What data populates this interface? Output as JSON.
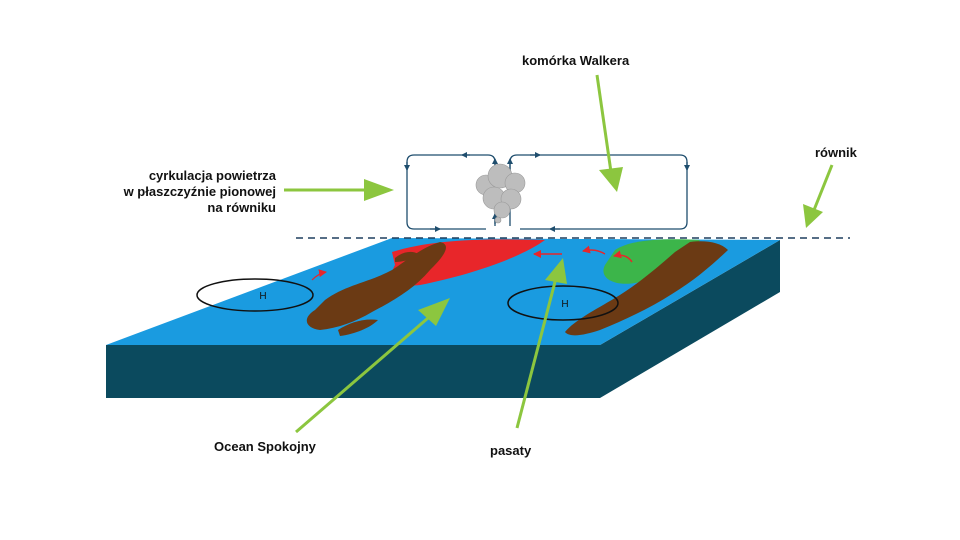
{
  "labels": {
    "walker_cell": "komórka Walkera",
    "equator": "równik",
    "vertical_circulation": [
      "cyrkulacja powietrza",
      "w płaszczyźnie pionowej",
      "na równiku"
    ],
    "pacific_ocean": "Ocean Spokojny",
    "trade_winds": "pasaty"
  },
  "pressure_symbols": [
    "H",
    "H"
  ],
  "colors": {
    "ocean_top": "#1a9be0",
    "ocean_side": "#0b4a5e",
    "land": "#6b3a14",
    "warm_water": "#e8262a",
    "green_area": "#3cb54a",
    "pointer_arrow": "#8cc63f",
    "circulation_arrow": "#1f4e6e",
    "wind_arrow": "#e8262a",
    "equator_line": "#1f3f5e",
    "cloud": "#bdbdbd"
  }
}
